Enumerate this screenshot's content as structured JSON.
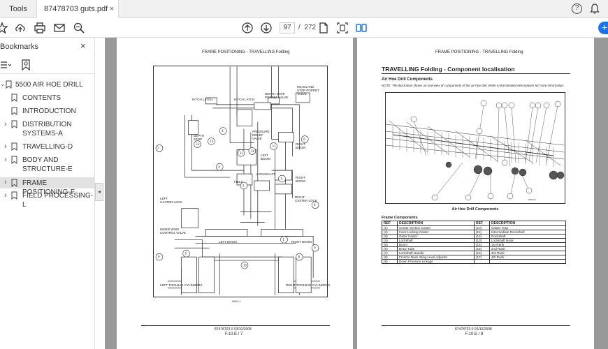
{
  "tabs": {
    "tools": "Tools",
    "doc": "87478703 guts.pdf (...",
    "doc_close": "×"
  },
  "help_icon": "?",
  "toolbar": {
    "page_current": "97",
    "page_sep": "/",
    "page_total": "272"
  },
  "user_badge": "+",
  "bookmarks": {
    "title": "Bookmarks",
    "close": "×",
    "items": [
      {
        "label": "5500 AIR HOE DRILL",
        "arrow": "⌄"
      },
      {
        "label": "CONTENTS",
        "arrow": ""
      },
      {
        "label": "INTRODUCTION",
        "arrow": ""
      },
      {
        "label": "DISTRIBUTION",
        "label2": "SYSTEMS-A",
        "arrow": "›"
      },
      {
        "label": "TRAVELLING-D",
        "arrow": "›"
      },
      {
        "label": "BODY AND",
        "label2": "STRUCTURE-E",
        "arrow": "›"
      },
      {
        "label": "FRAME POSITIONING-F",
        "arrow": "›"
      },
      {
        "label": "FIELD PROCESSING-L",
        "arrow": "›"
      }
    ]
  },
  "collapse": "◂",
  "left_page": {
    "header": "FRAME POSITIONING - TRAVELLING Folding",
    "labels": {
      "hitch_latch_l": "HITCH LATCH",
      "hitch_latch_r": "HITCH LATCH",
      "depth_stop_valve": "DEPTH STOP\nPOPPET VALVE",
      "headland": "HEADLAND\nSTOP POPPET\nVALVE",
      "depth_stop": "DEPTH\nSTOP",
      "pressure_relief": "PRESSURE\nRELIEF\nVALVE",
      "left_boom": "LEFT\nBOOM",
      "right_boom": "RIGHT\nBOOM",
      "lockshaft": "LOCKSHAFT",
      "field": "FIELD",
      "right_boom2": "RIGHT\nBOOM",
      "left_caster": "LEFT\nCASTER LOCK",
      "right_caster": "RIGHT\nCASTER LOCK",
      "inner_wing": "INNER WING\nCONTROL VALVE",
      "left_boom3": "LEFT BOOM",
      "right_boom3": "RIGHT BOOM",
      "left_toolbar": "LEFT TOOLBAR CYLINDERS",
      "right_toolbar": "RIGHT TOOLBAR CYLINDERS",
      "fig_id": "0840-1"
    },
    "footer_code": "87478703 0 03/10/2008",
    "footer_page": "F.10.E / 7"
  },
  "right_page": {
    "header": "FRAME POSITIONING - TRAVELLING Folding",
    "title": "TRAVELLING Folding - Component localisation",
    "subtitle": "Air Hoe Drill Components",
    "note": "NOTE: The illustration shows an overview of components of the air hoe drill.  Refer to the detailed descriptions for more information.",
    "fig_caption": "Air Hoe Drill Components",
    "fig_id": "0840-6",
    "table_title": "Frame Components",
    "table_headers": [
      "REF",
      "DESCRIPTION",
      "REF",
      "DESCRIPTION"
    ],
    "table_rows": [
      [
        "(1)",
        "Center Section Caster",
        "(10)",
        "Caster Trap"
      ],
      [
        "(2)",
        "Inner Locking Caster",
        "(11)",
        "Intermediate Rockshaft"
      ],
      [
        "(3)",
        "Outer Caster",
        "(12)",
        "Rockshaft"
      ],
      [
        "(4)",
        "Lockshaft",
        "(13)",
        "Lockshaft Hook"
      ],
      [
        "(5)",
        "Boom",
        "(14)",
        "1st Rank"
      ],
      [
        "(6)",
        "Draw Tube",
        "(15)",
        "2nd Rank"
      ],
      [
        "(7)",
        "Lockshaft Handle",
        "(16)",
        "3rd Rank"
      ],
      [
        "(8)",
        "Front to Back Wing Level Adjustor",
        "(17)",
        "4th Rank"
      ],
      [
        "(9)",
        "Down Pressure Linkage",
        "",
        ""
      ]
    ],
    "footer_code": "87478703 0 03/10/2008",
    "footer_page": "F.10.E / 8"
  }
}
